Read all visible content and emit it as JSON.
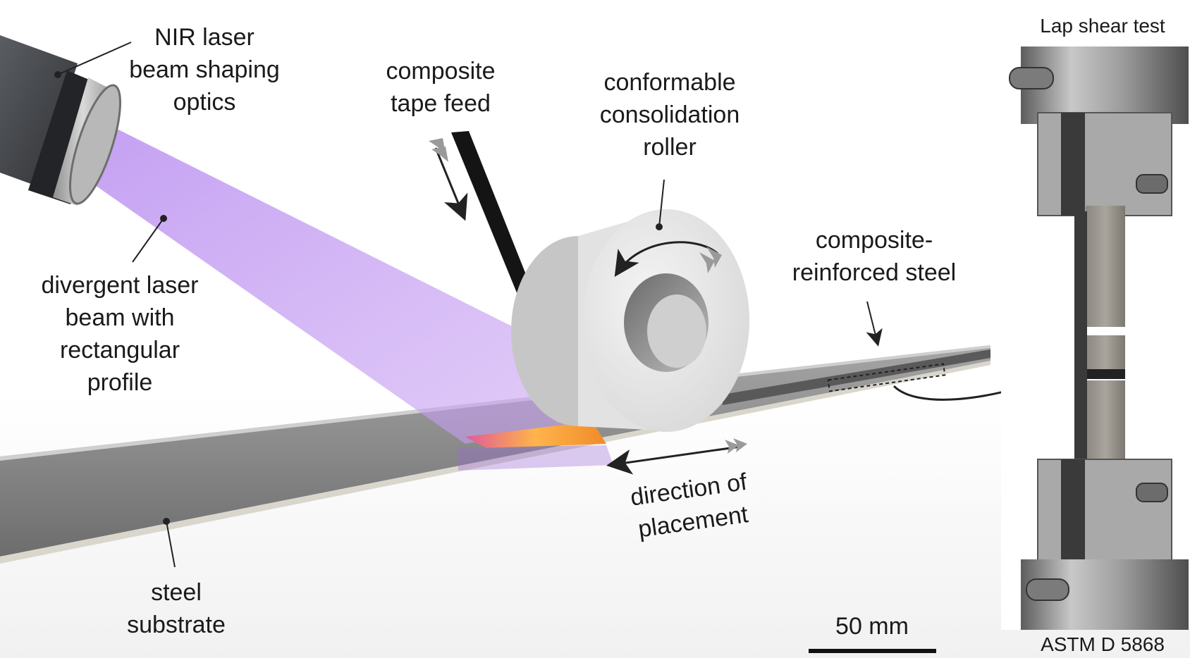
{
  "labels": {
    "laser_optics": [
      "NIR laser",
      "beam shaping",
      "optics"
    ],
    "tape_feed": [
      "composite",
      "tape feed"
    ],
    "roller": [
      "conformable",
      "consolidation",
      "roller"
    ],
    "composite_steel": [
      "composite-",
      "reinforced steel"
    ],
    "laser_beam": [
      "divergent laser",
      "beam with",
      "rectangular",
      "profile"
    ],
    "direction": [
      "direction of",
      "placement"
    ],
    "substrate": [
      "steel",
      "substrate"
    ],
    "scale_bar": "50 mm",
    "lap_shear_title": "Lap shear test",
    "astm": "ASTM D 5868"
  },
  "colors": {
    "laser_beam": "#c9a2f2",
    "hot_zone": "#f7a23a",
    "steel": "#8c8c8c",
    "roller": "#e9e9e9",
    "tape": "#151515"
  }
}
